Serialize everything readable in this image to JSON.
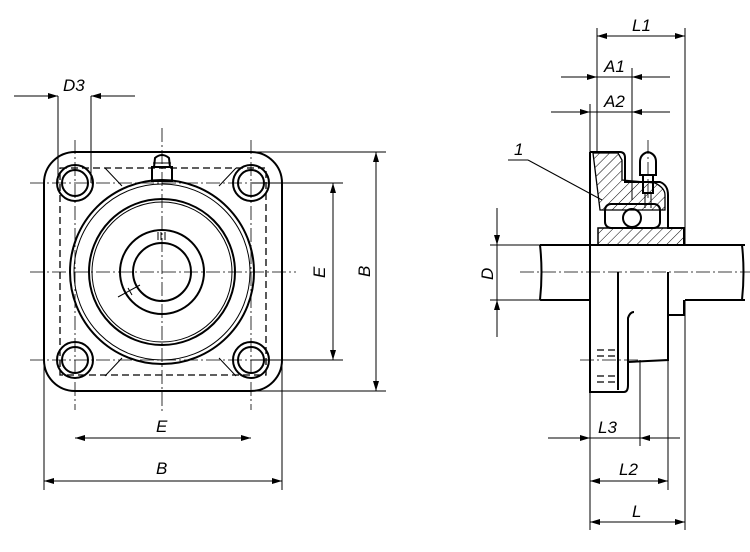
{
  "front_view": {
    "dim_hole": "D3",
    "dim_bolt_spacing_h": "E",
    "dim_width_h": "B",
    "dim_bolt_spacing_v": "E",
    "dim_height_v": "B"
  },
  "side_view": {
    "dim_L1": "L1",
    "dim_A1": "A1",
    "dim_A2": "A2",
    "callout_1": "1",
    "dim_shaft": "D",
    "dim_L3": "L3",
    "dim_L2": "L2",
    "dim_L": "L"
  }
}
